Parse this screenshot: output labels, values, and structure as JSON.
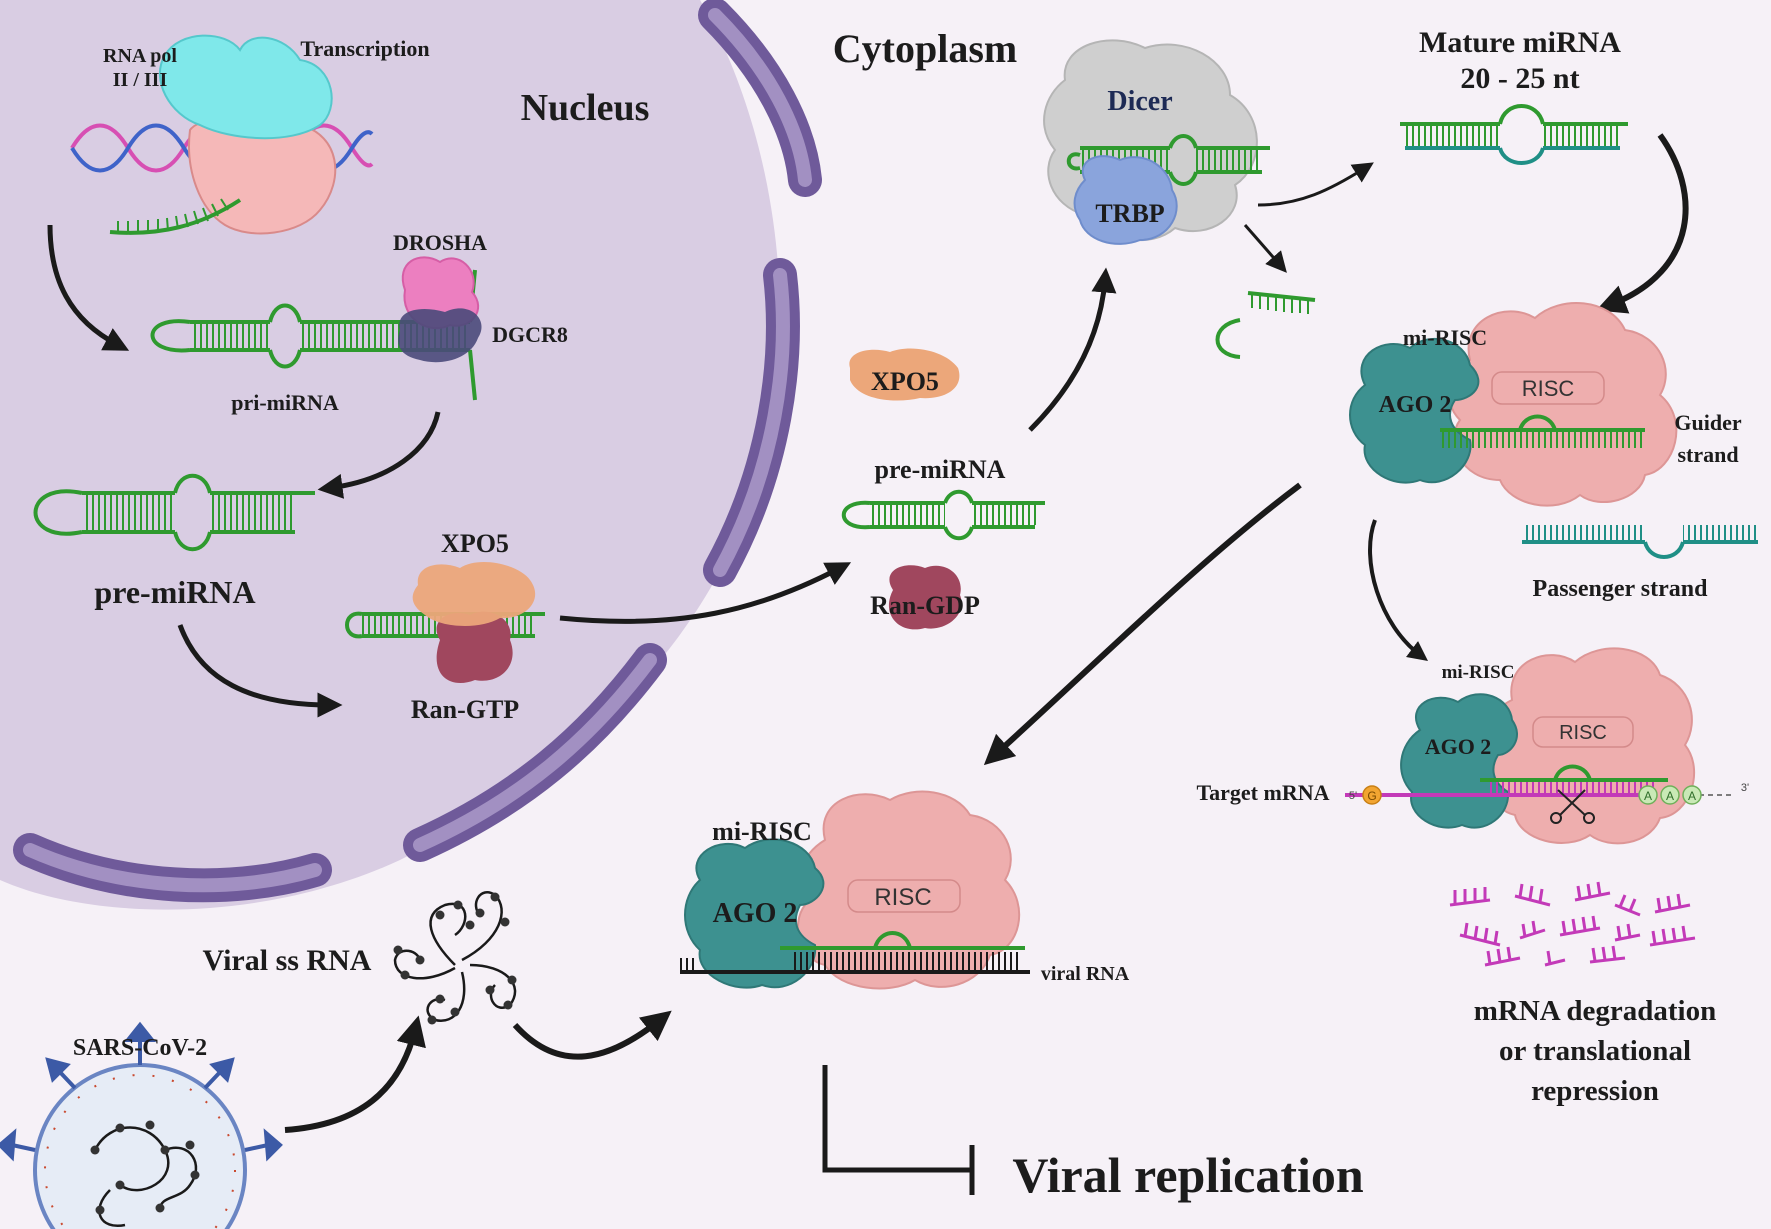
{
  "labels": {
    "rna_pol": "RNA pol",
    "rna_pol2": "II / III",
    "transcription": "Transcription",
    "nucleus": "Nucleus",
    "cytoplasm": "Cytoplasm",
    "drosha": "DROSHA",
    "dgcr8": "DGCR8",
    "pri_mirna": "pri-miRNA",
    "pre_mirna_nuc": "pre-miRNA",
    "xpo5_nuc": "XPO5",
    "ran_gtp": "Ran-GTP",
    "xpo5_cyto": "XPO5",
    "pre_mirna_cyto": "pre-miRNA",
    "ran_gdp": "Ran-GDP",
    "dicer": "Dicer",
    "trbp": "TRBP",
    "mature_mirna_1": "Mature miRNA",
    "mature_mirna_2": "20 - 25 nt",
    "mirisc_1": "mi-RISC",
    "ago2_1": "AGO 2",
    "risc_1": "RISC",
    "guider_1": "Guider",
    "guider_2": "strand",
    "passenger": "Passenger strand",
    "mirisc_2": "mi-RISC",
    "ago2_2": "AGO 2",
    "risc_2": "RISC",
    "target_mrna": "Target mRNA",
    "five_prime": "5'",
    "three_prime": "3'",
    "cap_g": "G",
    "poly_a": "A",
    "degradation_1": "mRNA degradation",
    "degradation_2": "or translational",
    "degradation_3": "repression",
    "mirisc_3": "mi-RISC",
    "ago2_3": "AGO 2",
    "risc_3": "RISC",
    "viral_rna": "viral RNA",
    "viral_ss_rna": "Viral ss RNA",
    "sars": "SARS-CoV-2",
    "viral_replication": "Viral replication"
  },
  "colors": {
    "background": "#f6f1f7",
    "nucleus_fill": "#d9cde3",
    "envelope": "#6f5a9a",
    "envelope_inner": "#a290c2",
    "rna_green": "#2f9a2f",
    "ago2": "#3d9190",
    "risc": "#eeaeae",
    "xpo5": "#eca77a",
    "ran": "#a0475e",
    "dicer": "#cfcfcf",
    "trbp": "#8aa4dc",
    "drosha": "#ec7fc0",
    "dgcr8": "#4a4a7a",
    "rna_pol": "#7fe8ea",
    "mrna_magenta": "#c33ab8",
    "passenger_teal": "#1f8f86",
    "virus_blue": "#3c5aa6"
  }
}
